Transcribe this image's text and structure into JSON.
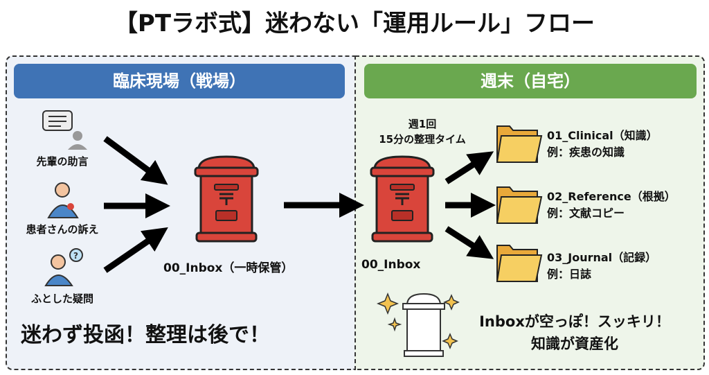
{
  "title": "【PTラボ式】迷わない「運用ルール」フロー",
  "left": {
    "header": "臨床現場（戦場）",
    "sources": [
      {
        "label": "先輩の助言",
        "icon": "advice-speech-icon"
      },
      {
        "label": "患者さんの訴え",
        "icon": "patient-pain-icon"
      },
      {
        "label": "ふとした疑問",
        "icon": "question-person-icon"
      }
    ],
    "inbox_label": "00_Inbox（一時保管）",
    "slogan": "迷わず投函！整理は後で！"
  },
  "right": {
    "header": "週末（自宅）",
    "schedule_line1": "週1回",
    "schedule_line2": "15分の整理タイム",
    "inbox_label": "00_Inbox",
    "folders": [
      {
        "name": "01_Clinical（知識）",
        "example": "例：疾患の知識"
      },
      {
        "name": "02_Reference（根拠）",
        "example": "例：文献コピー"
      },
      {
        "name": "03_Journal（記録）",
        "example": "例：日誌"
      }
    ],
    "result_line1": "Inboxが空っぽ！スッキリ！",
    "result_line2": "知識が資産化"
  },
  "colors": {
    "blue": "#3f73b5",
    "green": "#6aa84f",
    "postbox": "#d9453b",
    "folder": "#f2c24f"
  }
}
